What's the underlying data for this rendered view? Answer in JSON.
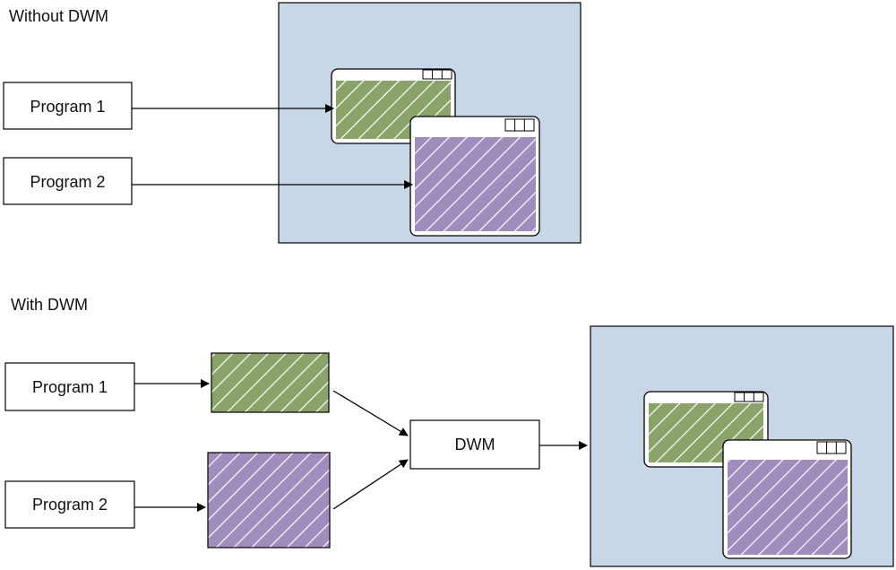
{
  "top_section": {
    "title": "Without DWM",
    "program1_label": "Program 1",
    "program2_label": "Program 2"
  },
  "bottom_section": {
    "title": "With DWM",
    "program1_label": "Program 1",
    "program2_label": "Program 2",
    "dwm_label": "DWM"
  },
  "colors": {
    "desktop_fill": "#c8d7e8",
    "green_surface": "#8aa36a",
    "purple_surface": "#9f8dbd",
    "box_stroke": "#000000",
    "hatch_stroke": "#ffffff"
  }
}
